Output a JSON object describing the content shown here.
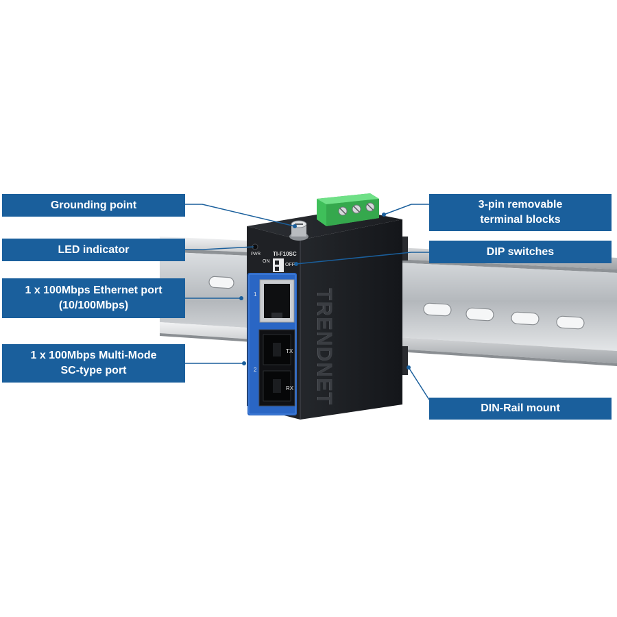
{
  "callouts": {
    "grounding_point": {
      "lines": [
        "Grounding point"
      ]
    },
    "led_indicator": {
      "lines": [
        "LED indicator"
      ]
    },
    "ethernet_port": {
      "lines": [
        "1 x 100Mbps Ethernet port",
        "(10/100Mbps)"
      ]
    },
    "sc_port": {
      "lines": [
        "1 x 100Mbps Multi-Mode",
        "SC-type port"
      ]
    },
    "terminal_blocks": {
      "lines": [
        "3-pin removable",
        "terminal blocks"
      ]
    },
    "dip_switches": {
      "lines": [
        "DIP switches"
      ]
    },
    "din_rail": {
      "lines": [
        "DIN-Rail mount"
      ]
    }
  },
  "device": {
    "brand": "TRENDNET",
    "model": "TI-F10SC",
    "pwr_label": "PWR",
    "on_label": "ON",
    "off_label": "OFF",
    "port1_label": "1",
    "port2_label": "2",
    "tx_label": "TX",
    "rx_label": "RX"
  },
  "colors": {
    "callout_bg": "#1a5f9c",
    "device_body": "#1c1e22",
    "device_faceplate": "#2a66c4",
    "terminal_block": "#3fbf5a",
    "rail": "#b9bcc0"
  }
}
